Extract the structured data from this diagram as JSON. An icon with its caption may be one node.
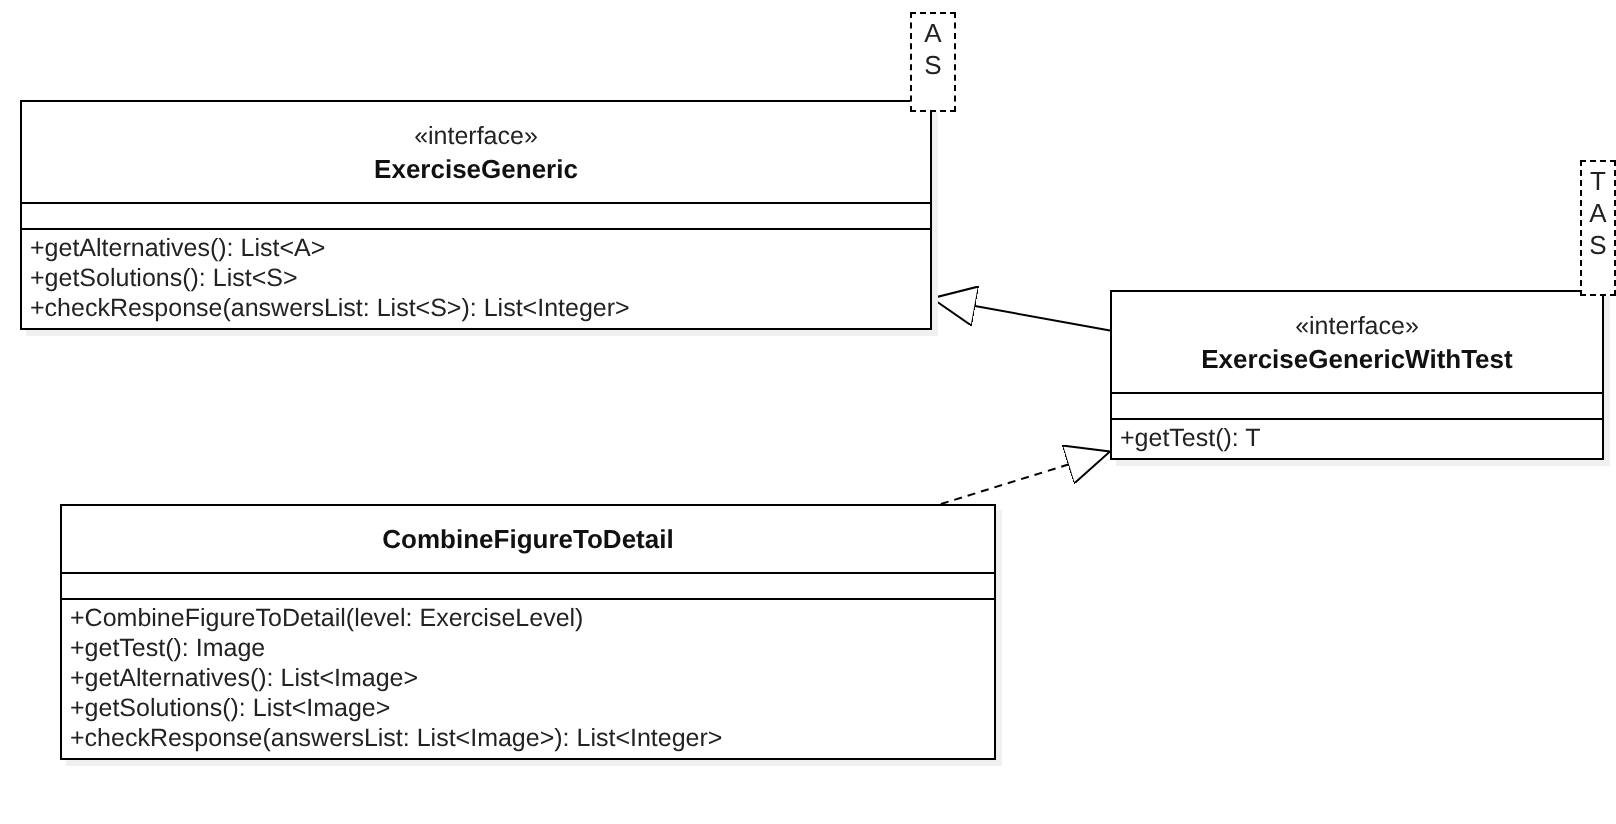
{
  "diagram": {
    "nodes": [
      {
        "text": [
          "«interface»",
          "ExerciseGeneric",
          "+getAlternatives(): List<A>",
          "+getSolutions(): List<S>",
          "+checkResponse(answersList: List<S>): List<Integer>"
        ]
      },
      {
        "text": [
          "A",
          "S"
        ]
      },
      {
        "text": [
          "«interface»",
          "ExerciseGenericWithTest",
          "+getTest(): T"
        ]
      },
      {
        "text": [
          "T",
          "A",
          "S"
        ]
      },
      {
        "text": [
          "CombineFigureToDetail",
          "+CombineFigureToDetail(level: ExerciseLevel)",
          "+getTest(): Image",
          "+getAlternatives(): List<Image>",
          "+getSolutions(): List<Image>",
          "+checkResponse(answersList: List<Image>): List<Integer>"
        ]
      }
    ],
    "edges": [
      {
        "from": 2,
        "to": 0,
        "arrow": "to"
      },
      {
        "from": 4,
        "to": 2,
        "arrow": "to",
        "style": "dashed"
      }
    ]
  }
}
